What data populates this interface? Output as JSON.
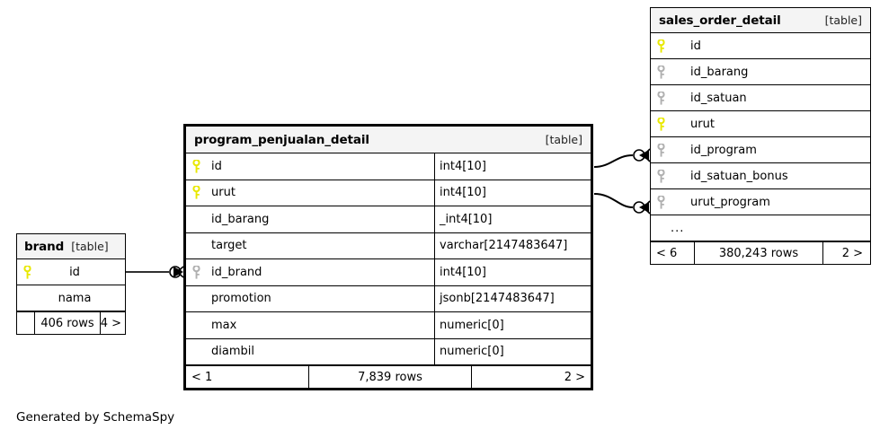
{
  "diagram": {
    "generator_caption": "Generated by SchemaSpy",
    "table_tag": "[table]",
    "ellipsis": "...",
    "colors": {
      "primary_key": "#e8e800",
      "foreign_key": "#b0b0b0",
      "header_background": "#f4f4f4",
      "border": "#000000",
      "background": "#ffffff"
    }
  },
  "tables": {
    "sales_order_detail": {
      "name": "sales_order_detail",
      "tag": "[table]",
      "columns": [
        {
          "name": "id",
          "key": "primary",
          "key_icon": "key-icon"
        },
        {
          "name": "id_barang",
          "key": "foreign",
          "key_icon": "key-icon"
        },
        {
          "name": "id_satuan",
          "key": "foreign",
          "key_icon": "key-icon"
        },
        {
          "name": "urut",
          "key": "primary",
          "key_icon": "key-icon"
        },
        {
          "name": "id_program",
          "key": "foreign",
          "key_icon": "key-icon"
        },
        {
          "name": "id_satuan_bonus",
          "key": "foreign",
          "key_icon": "key-icon"
        },
        {
          "name": "urut_program",
          "key": "foreign",
          "key_icon": "key-icon"
        }
      ],
      "more_indicator": "...",
      "footer": {
        "prev": "< 6",
        "rows": "380,243 rows",
        "next": "2 >"
      }
    },
    "program_penjualan_detail": {
      "name": "program_penjualan_detail",
      "tag": "[table]",
      "columns": [
        {
          "name": "id",
          "type": "int4[10]",
          "key": "primary",
          "key_icon": "key-icon"
        },
        {
          "name": "urut",
          "type": "int4[10]",
          "key": "primary",
          "key_icon": "key-icon"
        },
        {
          "name": "id_barang",
          "type": "_int4[10]",
          "key": "none",
          "key_icon": ""
        },
        {
          "name": "target",
          "type": "varchar[2147483647]",
          "key": "none",
          "key_icon": ""
        },
        {
          "name": "id_brand",
          "type": "int4[10]",
          "key": "foreign",
          "key_icon": "key-icon"
        },
        {
          "name": "promotion",
          "type": "jsonb[2147483647]",
          "key": "none",
          "key_icon": ""
        },
        {
          "name": "max",
          "type": "numeric[0]",
          "key": "none",
          "key_icon": ""
        },
        {
          "name": "diambil",
          "type": "numeric[0]",
          "key": "none",
          "key_icon": ""
        }
      ],
      "footer": {
        "prev": "< 1",
        "rows": "7,839 rows",
        "next": "2 >"
      }
    },
    "brand": {
      "name": "brand",
      "tag": "[table]",
      "columns": [
        {
          "name": "id",
          "key": "primary",
          "key_icon": "key-icon"
        },
        {
          "name": "nama",
          "key": "none",
          "key_icon": ""
        }
      ],
      "footer": {
        "prev": "",
        "rows": "406 rows",
        "next": "4 >"
      }
    }
  },
  "relationships": [
    {
      "name": "brand-id-to-program-id-brand",
      "from": "brand.id",
      "to": "program_penjualan_detail.id_brand"
    },
    {
      "name": "program-id-to-sales-id-program",
      "from": "program_penjualan_detail.id",
      "to": "sales_order_detail.id_program"
    },
    {
      "name": "program-urut-to-sales-urut-program",
      "from": "program_penjualan_detail.urut",
      "to": "sales_order_detail.urut_program"
    }
  ]
}
